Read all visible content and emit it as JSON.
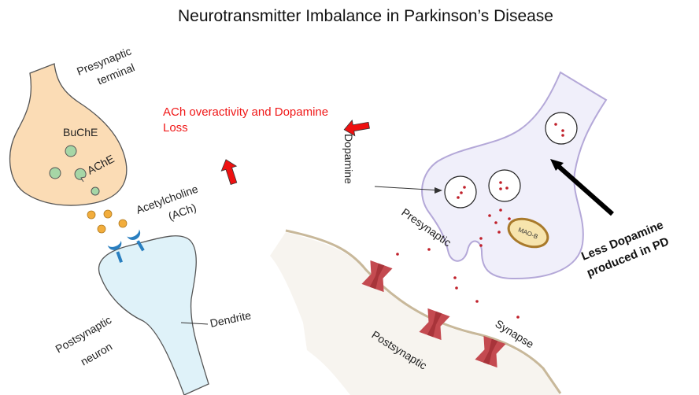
{
  "title": "Neurotransmitter Imbalance in Parkinson’s Disease",
  "left_panel": {
    "presynaptic_terminal": [
      "Presynaptic",
      "terminal"
    ],
    "buche": "BuChE",
    "ache": "AChE",
    "acetylcholine": [
      "Acetylcholine",
      "(ACh)"
    ],
    "dendrite": "Dendrite",
    "postsynaptic_neuron": [
      "Postsynaptic",
      "neuron"
    ]
  },
  "annotation": {
    "lines": [
      "ACh overactivity and Dopamine",
      "Loss"
    ],
    "color": "#f01818"
  },
  "right_panel": {
    "dopamine": "Dopamine",
    "presynaptic": "Presynaptic",
    "mao_b": "MAO-B",
    "synapse": "Synapse",
    "postsynaptic": "Postsynaptic",
    "less_dopamine": [
      "Less Dopamine",
      "produced in PD"
    ]
  },
  "colors": {
    "presynaptic_fill": "#fbdcb5",
    "postsynaptic_fill": "#dff2f9",
    "vesicle_green": "#a6d6a6",
    "ach_orange": "#f2ad3c",
    "receptor_blue": "#2a7fc0",
    "dopamine_neuron_fill": "#f0effa",
    "dopamine_neuron_stroke": "#b4a8d8",
    "dopamine_dot": "#c0202a",
    "mao_fill": "#f7e4ad",
    "mao_stroke": "#a97a2b",
    "membrane": "#c8b89a",
    "post_fill": "#f7f4ef",
    "channel": "#c44a50",
    "up_arrow": "#ee1111"
  }
}
